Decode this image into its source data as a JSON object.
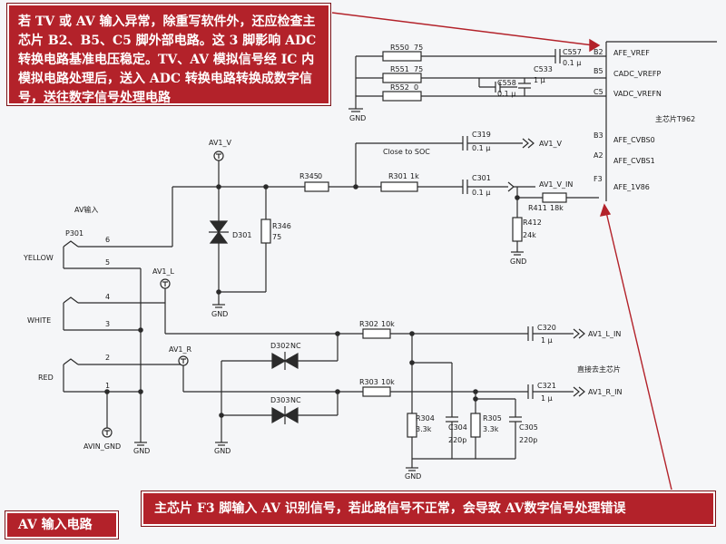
{
  "annotations": {
    "top_note": "若 TV 或 AV 输入异常，除重写软件外，还应检查主芯片 B2、B5、C5 脚外部电路。这 3 脚影响 ADC 转换电路基准电压稳定。TV、AV 模拟信号经 IC 内模拟电路处理后，送入 ADC 转换电路转换成数字信号，送往数字信号处理电路",
    "bottom_note": "主芯片 F3 脚输入 AV 识别信号，若此路信号不正常，会导致 AV数字信号处理错误",
    "caption": "AV 输入电路",
    "main_chip_note": "直接去主芯片",
    "colors": {
      "callout_bg": "#b3222a",
      "wire": "#2b2b2b"
    }
  },
  "chip": {
    "label": "主芯片T962",
    "pins": [
      {
        "pin": "B2",
        "name": "AFE_VREF"
      },
      {
        "pin": "B5",
        "name": "CADC_VREFP"
      },
      {
        "pin": "C5",
        "name": "VADC_VREFN"
      },
      {
        "pin": "B3",
        "name": "AFE_CVBS0"
      },
      {
        "pin": "A2",
        "name": "AFE_CVBS1"
      },
      {
        "pin": "F3",
        "name": "AFE_1V86"
      }
    ]
  },
  "components": {
    "R550": {
      "ref": "R550",
      "value": "75"
    },
    "R551": {
      "ref": "R551",
      "value": "75"
    },
    "R552": {
      "ref": "R552",
      "value": "0"
    },
    "C557": {
      "ref": "C557",
      "value": "0.1 μ"
    },
    "C533": {
      "ref": "C533",
      "value": "1 μ"
    },
    "C558": {
      "ref": "C558",
      "value": "0.1 μ"
    },
    "C319": {
      "ref": "C319",
      "value": "0.1 μ"
    },
    "C301": {
      "ref": "C301",
      "value": "0.1 μ"
    },
    "R345": {
      "ref": "R345",
      "value": "0"
    },
    "R301": {
      "ref": "R301",
      "value": "1k"
    },
    "R411": {
      "ref": "R411",
      "value": "18k"
    },
    "R412": {
      "ref": "R412",
      "value": "24k"
    },
    "R346": {
      "ref": "R346",
      "value": "75"
    },
    "D301": {
      "ref": "D301"
    },
    "R302": {
      "ref": "R302",
      "value": "10k"
    },
    "R303": {
      "ref": "R303",
      "value": "10k"
    },
    "D302": {
      "ref": "D302",
      "value": "NC"
    },
    "D303": {
      "ref": "D303",
      "value": "NC"
    },
    "C320": {
      "ref": "C320",
      "value": "1 μ"
    },
    "C321": {
      "ref": "C321",
      "value": "1 μ"
    },
    "R304": {
      "ref": "R304",
      "value": "3.3k"
    },
    "C304": {
      "ref": "C304",
      "value": "220p"
    },
    "R305": {
      "ref": "R305",
      "value": "3.3k"
    },
    "C305": {
      "ref": "C305",
      "value": "220p"
    }
  },
  "nets": {
    "av1_v": "AV1_V",
    "av1_l": "AV1_L",
    "av1_r": "AV1_R",
    "av1_v_in": "AV1_V_IN",
    "av1_l_in": "AV1_L_IN",
    "av1_r_in": "AV1_R_IN",
    "av_in_gnd": "AVIN_GND",
    "gnd": "GND",
    "close_to_soc": "Close to SOC",
    "av_input": "AV输入"
  },
  "connector": {
    "ref": "P301",
    "jacks": [
      "YELLOW",
      "WHITE",
      "RED"
    ],
    "pins": [
      "6",
      "5",
      "4",
      "3",
      "2",
      "1"
    ]
  }
}
